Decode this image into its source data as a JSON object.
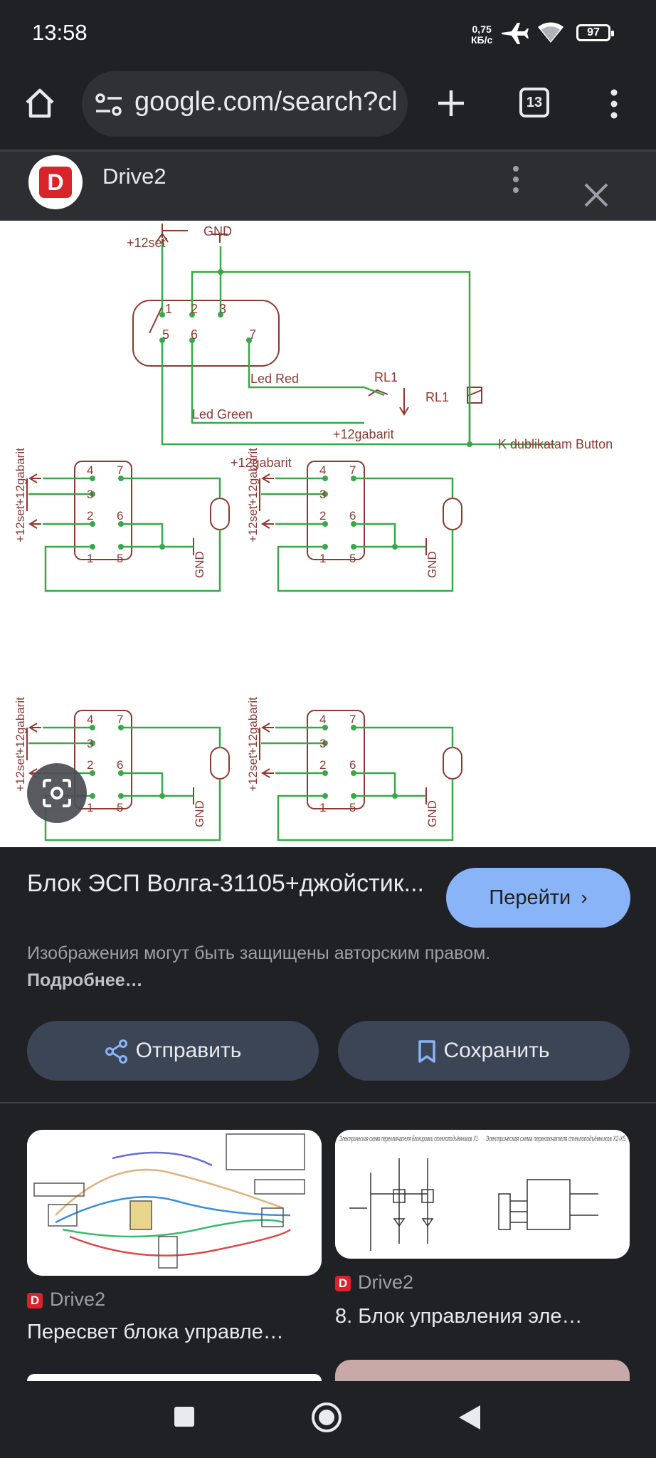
{
  "status_bar": {
    "time": "13:58",
    "net_speed": "0,75",
    "net_unit": "КБ/с",
    "battery": "97"
  },
  "browser": {
    "url": "google.com/search?cl",
    "tab_count": "13"
  },
  "source": {
    "logo_letter": "D",
    "name": "Drive2"
  },
  "diagram": {
    "gnd": "GND",
    "p12set": "+12set'",
    "p12gabarit": "+12gabarit",
    "led_red": "Led Red",
    "led_green": "Led Green",
    "rl1": "RL1",
    "k_button": "K dublikatam Button",
    "pins": [
      "1",
      "2",
      "3",
      "4",
      "5",
      "6",
      "7"
    ]
  },
  "detail": {
    "title": "Блок ЭСП Волга-31105+джойстик...",
    "goto_label": "Перейти",
    "copyright": "Изображения могут быть защищены авторским правом.",
    "more_link": "Подробнее…",
    "share_label": "Отправить",
    "save_label": "Сохранить"
  },
  "results": [
    {
      "source": "Drive2",
      "title": "Пересвет блока управле…"
    },
    {
      "source": "Drive2",
      "title": "8. Блок управления эле…",
      "thumb_caption_left": "Электрическая схема переключателя блокировки стеклоподъёмников Х1",
      "thumb_caption_right": "Электрическая схема переключателя стеклоподъёмников Х2-Х5"
    }
  ],
  "colors": {
    "accent": "#8ab4f8",
    "brand": "#d8232a",
    "wire": "#3aa84a",
    "outline": "#8a3a32"
  }
}
